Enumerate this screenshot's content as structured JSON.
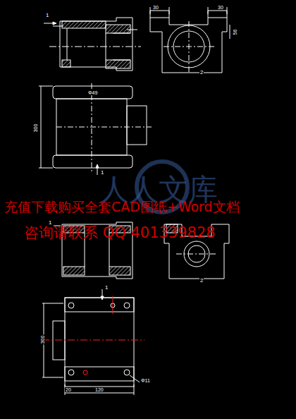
{
  "diagram": {
    "labels": [
      "1",
      "30",
      "30",
      "56",
      "2",
      "Φ49",
      "300",
      "1",
      "1",
      "2",
      "1",
      "300",
      "20",
      "120",
      "Φ11",
      "人人文库",
      "充值下载购买全套CAD图纸+Word文档",
      "咨询请联系 QQ 401339828"
    ]
  }
}
